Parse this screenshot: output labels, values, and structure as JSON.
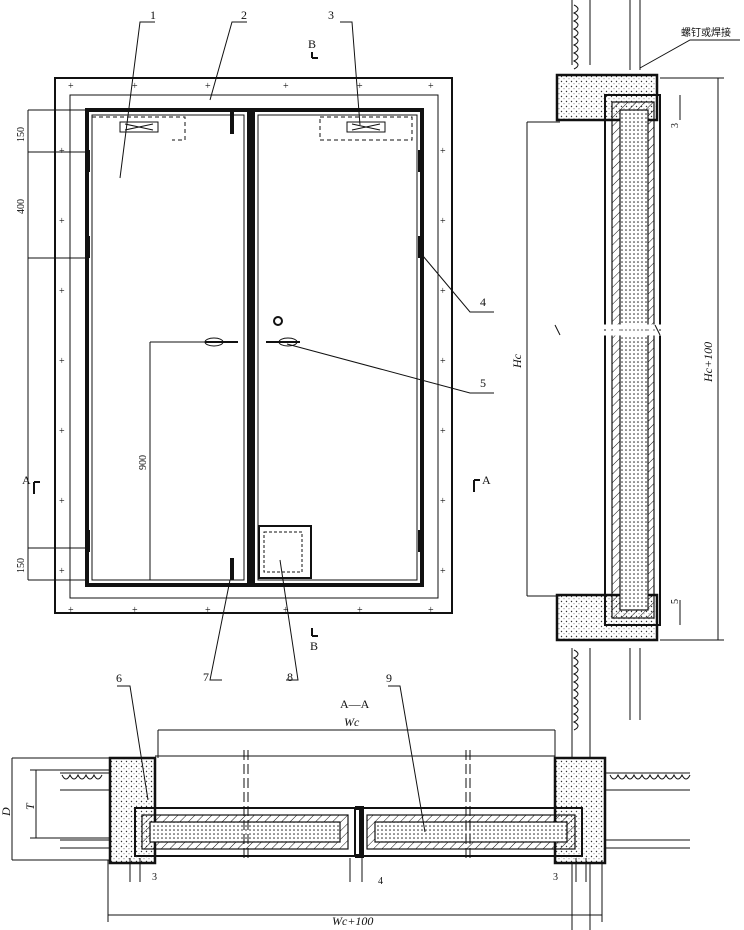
{
  "labels": {
    "part_1": "1",
    "part_2": "2",
    "part_3": "3",
    "part_4": "4",
    "part_5": "5",
    "part_6": "6",
    "part_7": "7",
    "part_8": "8",
    "part_9": "9",
    "section_b_top": "B",
    "section_b_bottom": "B",
    "section_a_left": "A",
    "section_a_right": "A",
    "section_title": "A—A",
    "bolt_note": "螺钉或焊接"
  },
  "dimensions": {
    "dim_150_top": "150",
    "dim_400": "400",
    "dim_900": "900",
    "dim_150_bottom": "150",
    "dim_hc": "Hc",
    "dim_hc_100": "Hc+100",
    "dim_3_side": "3",
    "dim_5_side": "5",
    "dim_wc": "Wc",
    "dim_wc_100": "Wc+100",
    "dim_d": "D",
    "dim_t": "T",
    "dim_3_left": "3",
    "dim_4": "4",
    "dim_3_right": "3"
  }
}
